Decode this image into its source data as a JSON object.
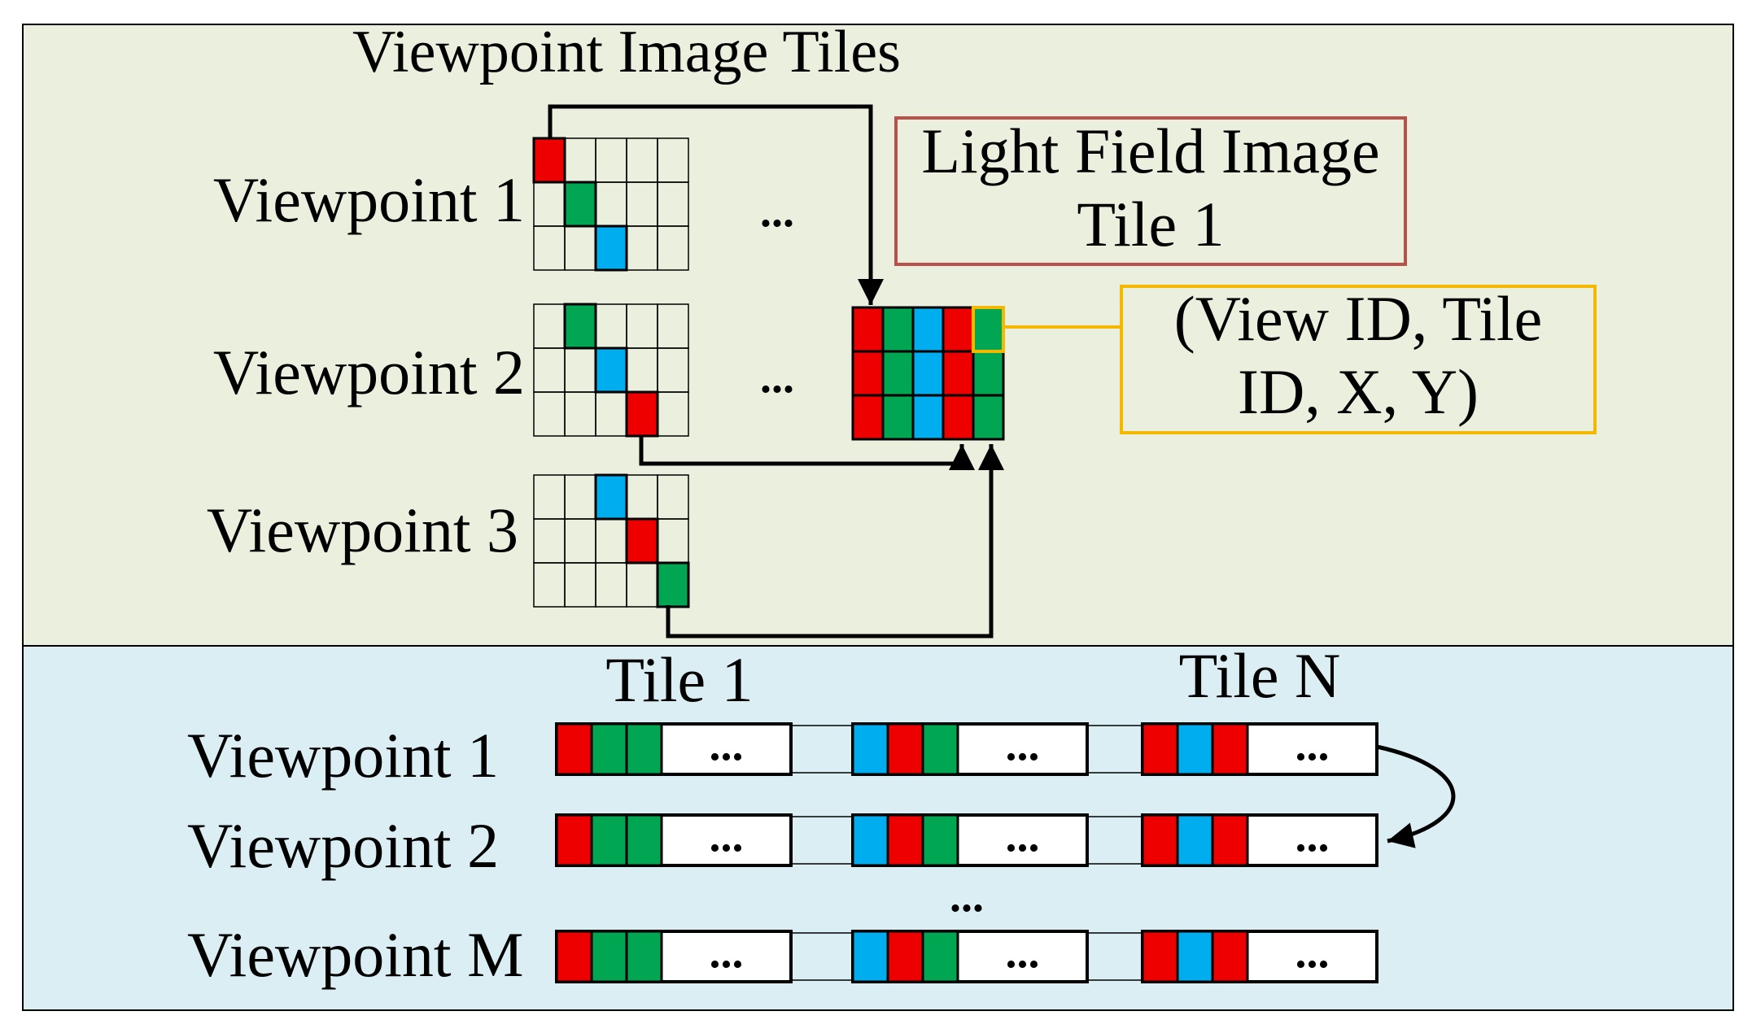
{
  "top": {
    "title": "Viewpoint Image Tiles",
    "viewpoints": [
      "Viewpoint 1",
      "Viewpoint 2",
      "Viewpoint 3"
    ],
    "ellipsis": "...",
    "lf_title_line1": "Light Field Image",
    "lf_title_line2": "Tile 1",
    "tuple_line1": "(View ID, Tile",
    "tuple_line2": "ID, X, Y)"
  },
  "bottom": {
    "tile_first": "Tile 1",
    "tile_last": "Tile N",
    "viewpoints": [
      "Viewpoint 1",
      "Viewpoint 2",
      "Viewpoint M"
    ],
    "ellipsis": "...",
    "row_gap": "..."
  },
  "colors": {
    "red": "#ee0000",
    "green": "#00a651",
    "blue": "#00aeef",
    "top_bg": "#ebf0de",
    "bottom_bg": "#dbeef3",
    "lf_box_border": "#b9504a",
    "tuple_box_border": "#f5b800"
  }
}
